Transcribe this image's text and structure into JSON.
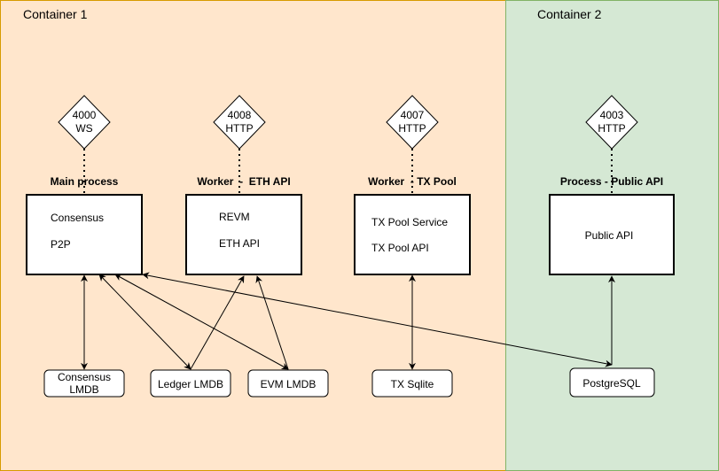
{
  "containers": [
    {
      "id": "container-1",
      "title": "Container 1",
      "fill": "#ffe6cc",
      "stroke": "#d79b00"
    },
    {
      "id": "container-2",
      "title": "Container 2",
      "fill": "#d5e8d4",
      "stroke": "#82b366"
    }
  ],
  "ports": [
    {
      "id": "port-4000",
      "number": "4000",
      "protocol": "WS"
    },
    {
      "id": "port-4008",
      "number": "4008",
      "protocol": "HTTP"
    },
    {
      "id": "port-4007",
      "number": "4007",
      "protocol": "HTTP"
    },
    {
      "id": "port-4003",
      "number": "4003",
      "protocol": "HTTP"
    }
  ],
  "processes": [
    {
      "id": "main-process",
      "title": "Main process",
      "lines": [
        "Consensus",
        "P2P"
      ]
    },
    {
      "id": "worker-eth-api",
      "title": "Worker  -  ETH API",
      "lines": [
        "REVM",
        "ETH API"
      ]
    },
    {
      "id": "worker-tx-pool",
      "title": "Worker  - TX Pool",
      "lines": [
        "TX Pool Service",
        "TX Pool API"
      ]
    },
    {
      "id": "process-public-api",
      "title": "Process - Public API",
      "lines": [
        "Public API"
      ]
    }
  ],
  "stores": [
    {
      "id": "consensus-lmdb",
      "lines": [
        "Consensus",
        "LMDB"
      ]
    },
    {
      "id": "ledger-lmdb",
      "lines": [
        "Ledger LMDB"
      ]
    },
    {
      "id": "evm-lmdb",
      "lines": [
        "EVM LMDB"
      ]
    },
    {
      "id": "tx-sqlite",
      "lines": [
        "TX Sqlite"
      ]
    },
    {
      "id": "postgresql",
      "lines": [
        "PostgreSQL"
      ]
    }
  ]
}
